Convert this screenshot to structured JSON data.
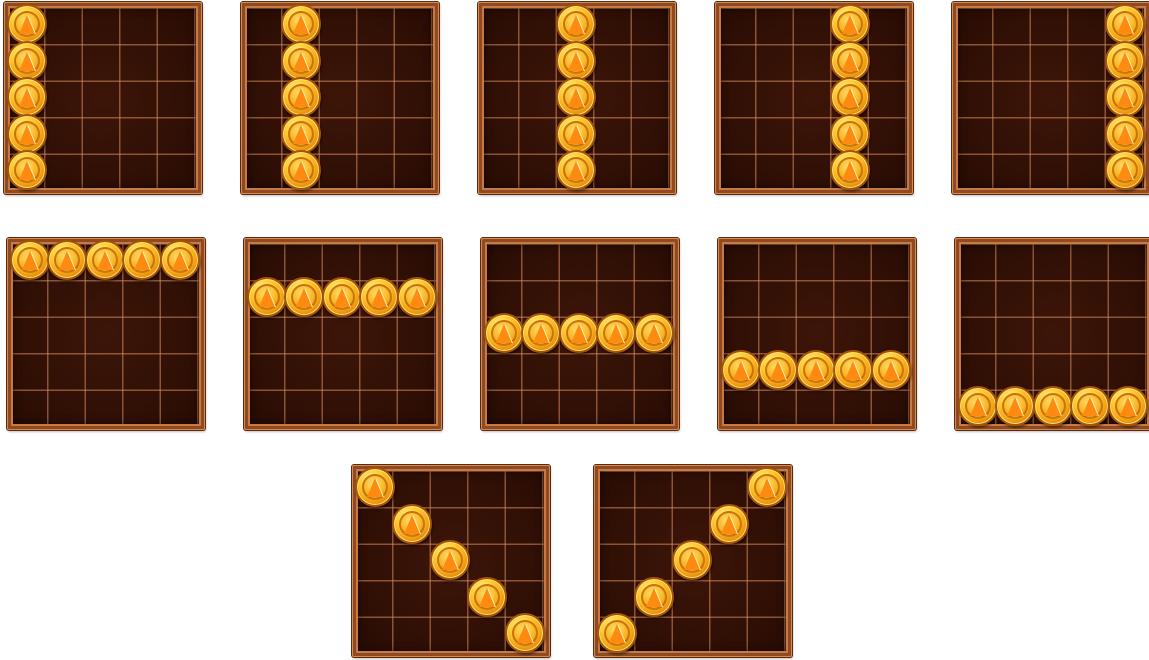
{
  "colors": {
    "board_background": "#2f0f05",
    "board_frame": "#8e4a22",
    "grid_line": "#d68c5c",
    "coin_gold": "#f4a514"
  },
  "icons": {
    "board": "payline-grid",
    "symbol": "gold-coin-pyramid-icon"
  },
  "grid": {
    "columns": 5,
    "rows": 5
  },
  "paylines": [
    {
      "orientation": "vertical",
      "cells": [
        [
          0,
          0
        ],
        [
          0,
          1
        ],
        [
          0,
          2
        ],
        [
          0,
          3
        ],
        [
          0,
          4
        ]
      ]
    },
    {
      "orientation": "vertical",
      "cells": [
        [
          1,
          0
        ],
        [
          1,
          1
        ],
        [
          1,
          2
        ],
        [
          1,
          3
        ],
        [
          1,
          4
        ]
      ]
    },
    {
      "orientation": "vertical",
      "cells": [
        [
          2,
          0
        ],
        [
          2,
          1
        ],
        [
          2,
          2
        ],
        [
          2,
          3
        ],
        [
          2,
          4
        ]
      ]
    },
    {
      "orientation": "vertical",
      "cells": [
        [
          3,
          0
        ],
        [
          3,
          1
        ],
        [
          3,
          2
        ],
        [
          3,
          3
        ],
        [
          3,
          4
        ]
      ]
    },
    {
      "orientation": "vertical",
      "cells": [
        [
          4,
          0
        ],
        [
          4,
          1
        ],
        [
          4,
          2
        ],
        [
          4,
          3
        ],
        [
          4,
          4
        ]
      ]
    },
    {
      "orientation": "horizontal",
      "cells": [
        [
          0,
          0
        ],
        [
          1,
          0
        ],
        [
          2,
          0
        ],
        [
          3,
          0
        ],
        [
          4,
          0
        ]
      ]
    },
    {
      "orientation": "horizontal",
      "cells": [
        [
          0,
          1
        ],
        [
          1,
          1
        ],
        [
          2,
          1
        ],
        [
          3,
          1
        ],
        [
          4,
          1
        ]
      ]
    },
    {
      "orientation": "horizontal",
      "cells": [
        [
          0,
          2
        ],
        [
          1,
          2
        ],
        [
          2,
          2
        ],
        [
          3,
          2
        ],
        [
          4,
          2
        ]
      ]
    },
    {
      "orientation": "horizontal",
      "cells": [
        [
          0,
          3
        ],
        [
          1,
          3
        ],
        [
          2,
          3
        ],
        [
          3,
          3
        ],
        [
          4,
          3
        ]
      ]
    },
    {
      "orientation": "horizontal",
      "cells": [
        [
          0,
          4
        ],
        [
          1,
          4
        ],
        [
          2,
          4
        ],
        [
          3,
          4
        ],
        [
          4,
          4
        ]
      ]
    },
    {
      "orientation": "diagonal-down",
      "cells": [
        [
          0,
          0
        ],
        [
          1,
          1
        ],
        [
          2,
          2
        ],
        [
          3,
          3
        ],
        [
          4,
          4
        ]
      ]
    },
    {
      "orientation": "diagonal-up",
      "cells": [
        [
          0,
          4
        ],
        [
          1,
          3
        ],
        [
          2,
          2
        ],
        [
          3,
          1
        ],
        [
          4,
          0
        ]
      ]
    }
  ]
}
